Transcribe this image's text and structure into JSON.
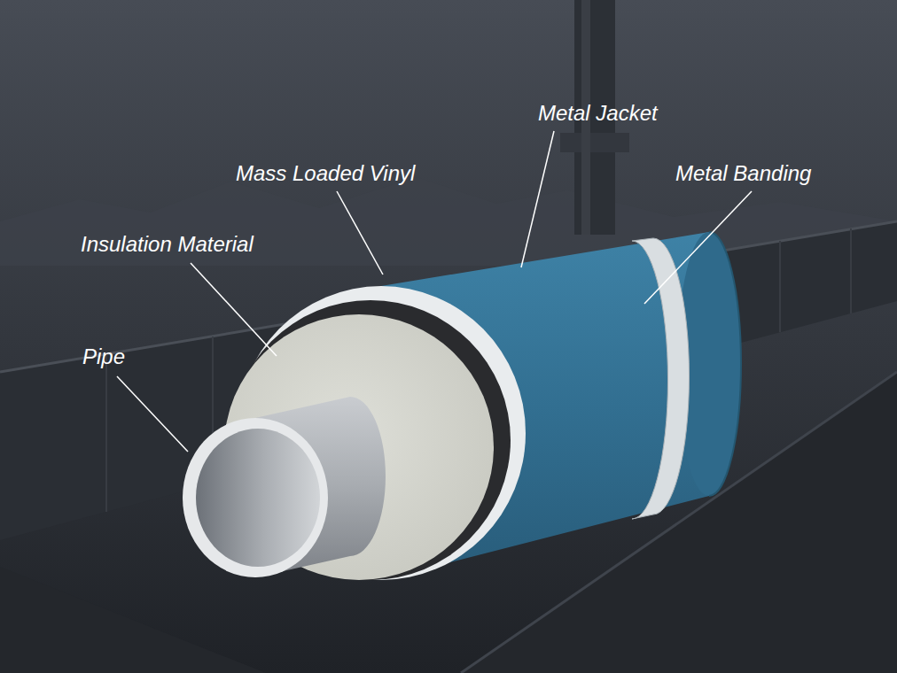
{
  "diagram": {
    "labels": [
      "Metal Jacket",
      "Mass Loaded Vinyl",
      "Metal Banding",
      "Insulation Material",
      "Pipe"
    ]
  }
}
